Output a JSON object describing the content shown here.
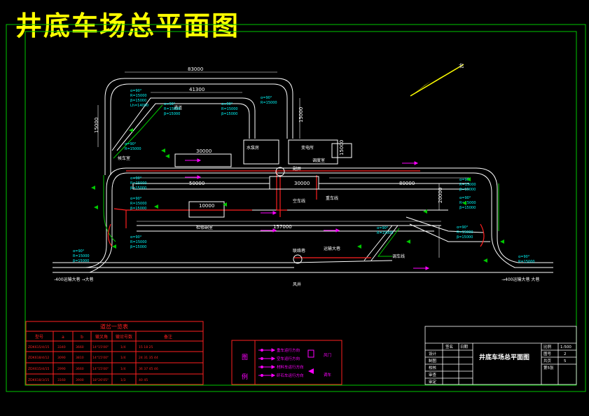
{
  "title": "井底车场总平面图",
  "colors": {
    "frame": "#00c800",
    "track": "#ffffff",
    "pipe": "#ff2020",
    "annot": "#00ffff",
    "arrow": "#ff00ff",
    "accent": "#ffff00",
    "table": "#ff2020"
  },
  "dimensions": {
    "top_total": "83000",
    "top_inner": "41300",
    "room_box": "30000",
    "upper_main": "50000",
    "mid_segment": "30000",
    "right_main": "80000",
    "lower_main": "157000",
    "small_box": "10000",
    "left_vertical": "15000",
    "room_width": "15000",
    "right_vertical": "15000",
    "right_mid_vertical": "20000"
  },
  "labels": {
    "shaft": "副井",
    "ventilation": "风井",
    "pump_room": "水泵房",
    "sub_station": "变电所",
    "dispatch": "调度室",
    "traffic_lane": "通道",
    "waiting_room": "候车室",
    "upper_track": "重车线",
    "empty_track": "空车线",
    "maintenance": "检修硐室",
    "tunnel": "运输大巷",
    "connection": "联络巷",
    "side_track": "调车线",
    "left_road": "-400运输大巷 →大巷",
    "right_road": "→400运输大巷 大巷"
  },
  "curve_notes": [
    "α=90°",
    "R=15000",
    "β=15000",
    "Lh=14000"
  ],
  "turnout_table": {
    "title": "道岔一览表",
    "headers": [
      "型号",
      "a",
      "b",
      "辙叉角",
      "辙岔号数",
      "备注"
    ],
    "rows": [
      [
        "ZDK615/4/15",
        "3340",
        "3660",
        "14°15'00\"",
        "1/4",
        "15 18 25"
      ],
      [
        "ZDK618/4/12",
        "3090",
        "3810",
        "14°15'00\"",
        "1/4",
        "24 31 35 44"
      ],
      [
        "ZDX615/4/15",
        "2990",
        "3660",
        "14°15'00\"",
        "1/4",
        "36 37 45 46"
      ],
      [
        "ZDK618/3/15",
        "3160",
        "3900",
        "18°26'05\"",
        "1/3",
        "40 45"
      ]
    ]
  },
  "legend": {
    "title": "图例",
    "items": [
      "重车运行方向",
      "空车运行方向",
      "材料车运行方向",
      "矸石车运行方向"
    ],
    "right_items": [
      "风门",
      "调车"
    ]
  },
  "title_block": {
    "drawing_name": "井底车场总平面图",
    "left_labels": [
      "设计",
      "制图",
      "校核",
      "审查",
      "审定"
    ],
    "header_cells": [
      "签名",
      "日期"
    ],
    "right_labels": [
      "比例",
      "图号",
      "共页",
      "第5张"
    ],
    "right_values": [
      "1:500",
      "2",
      "5",
      ""
    ]
  }
}
